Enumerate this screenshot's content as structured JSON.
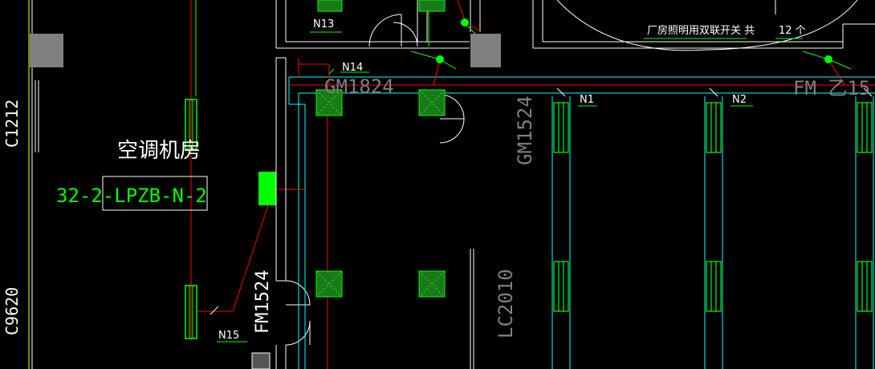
{
  "drawing": {
    "room_label": "空调机房",
    "panel_label": "32-2-LPZB-N-2",
    "note_label": "厂房照明用双联开关 共",
    "note_count": "12 个",
    "doors": {
      "gm1824": "GM1824",
      "gm1524": "GM1524",
      "fm": "FM 乙15",
      "fm1524": "FM1524"
    },
    "windows": {
      "c1212": "C1212",
      "c9620": "C9620",
      "lc2010": "LC2010"
    },
    "circuits": {
      "n1": "N1",
      "n2": "N2",
      "n13": "N13",
      "n14": "N14",
      "n15": "N15"
    }
  },
  "colors": {
    "background": "#000000",
    "wall": "#ffffff",
    "structure": "#00ffff",
    "wire": "#ff0000",
    "fixture": "#00ff00",
    "column": "#808080",
    "annotation": "#ffffff",
    "window_line": "#ffff00"
  }
}
